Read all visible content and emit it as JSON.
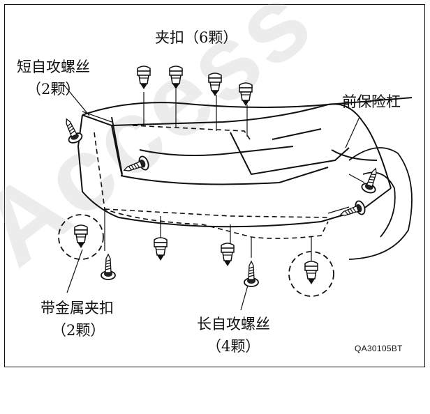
{
  "labels": {
    "clip_title": "夹扣（6颗）",
    "short_screw": "短自攻螺丝",
    "short_screw_qty": "（2颗）",
    "front_bumper": "前保险杠",
    "metal_clip": "带金属夹扣",
    "metal_clip_qty": "（2颗）",
    "long_screw": "长自攻螺丝",
    "long_screw_qty": "（4颗）"
  },
  "figure_code": "QA30105BT",
  "watermark": "Access",
  "colors": {
    "line": "#111111",
    "screw_head": "#1a1a1a",
    "watermark": "#d6d6d6"
  }
}
